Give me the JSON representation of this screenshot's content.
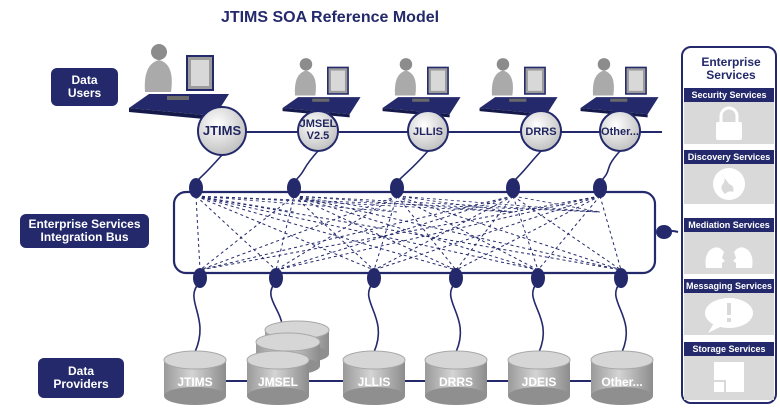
{
  "title": "JTIMS SOA Reference Model",
  "labels": {
    "data_users": "Data\nUsers",
    "bus": "Enterprise Services\nIntegration Bus",
    "data_providers": "Data\nProviders"
  },
  "user_nodes": [
    "JTIMS",
    "JMSEL\nV2.5",
    "JLLIS",
    "DRRS",
    "Other..."
  ],
  "providers": [
    "JTIMS",
    "JMSEL",
    "JLLIS",
    "DRRS",
    "JDEIS",
    "Other..."
  ],
  "enterprise_services": {
    "title": "Enterprise\nServices",
    "items": [
      {
        "label": "Security Services",
        "icon": "padlock-icon"
      },
      {
        "label": "Discovery Services",
        "icon": "globe-icon"
      },
      {
        "label": "Mediation Services",
        "icon": "two-heads-icon"
      },
      {
        "label": "Messaging Services",
        "icon": "speech-bubble-icon"
      },
      {
        "label": "Storage Services",
        "icon": "folder-icon"
      }
    ]
  },
  "colors": {
    "navy": "#23296b",
    "gray": "#b3b3b3",
    "panel_gray": "#d9d9d9"
  }
}
